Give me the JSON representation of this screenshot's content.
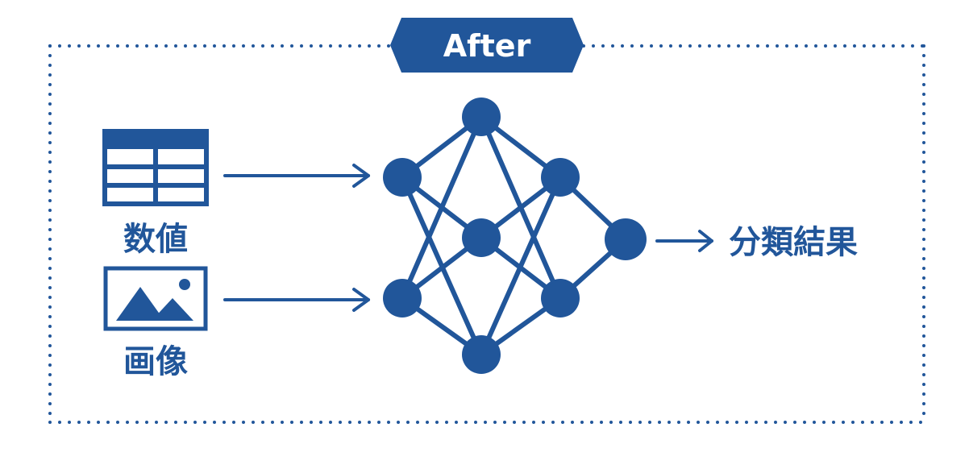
{
  "badge": {
    "label": "After"
  },
  "inputs": {
    "numeric_label": "数値",
    "image_label": "画像"
  },
  "output": {
    "label": "分類結果"
  },
  "icons": {
    "numeric": "table-icon",
    "image": "image-icon"
  },
  "colors": {
    "primary": "#21569a",
    "background": "#ffffff"
  }
}
